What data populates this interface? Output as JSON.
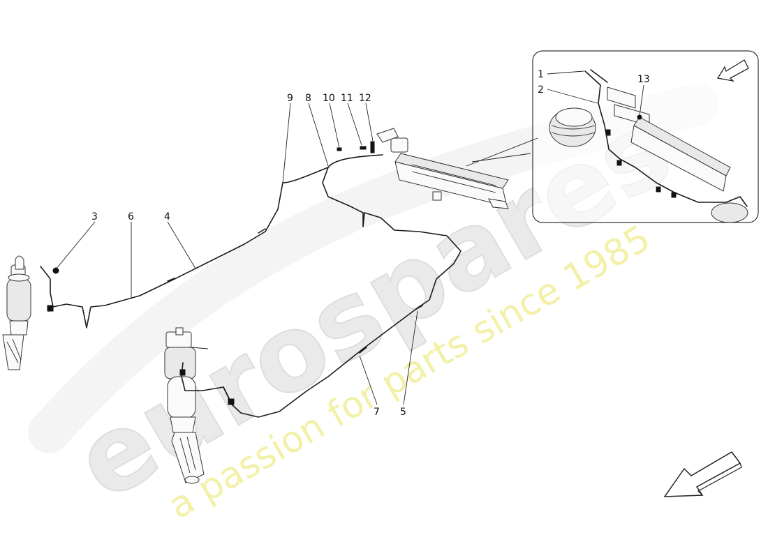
{
  "watermark": {
    "brand": "eurospares",
    "tagline": "a passion for parts since 1985"
  },
  "callouts": {
    "c1": "1",
    "c2": "2",
    "c3": "3",
    "c4": "4",
    "c5": "5",
    "c6": "6",
    "c7": "7",
    "c8": "8",
    "c9": "9",
    "c10": "10",
    "c11": "11",
    "c12": "12",
    "c13": "13"
  },
  "colors": {
    "line": "#1a1a1a",
    "watermark_grey": "#e6e6e6",
    "watermark_yellow": "#f3f0a8"
  },
  "icons": [
    "direction-arrow-icon",
    "view-direction-arrow-icon"
  ]
}
